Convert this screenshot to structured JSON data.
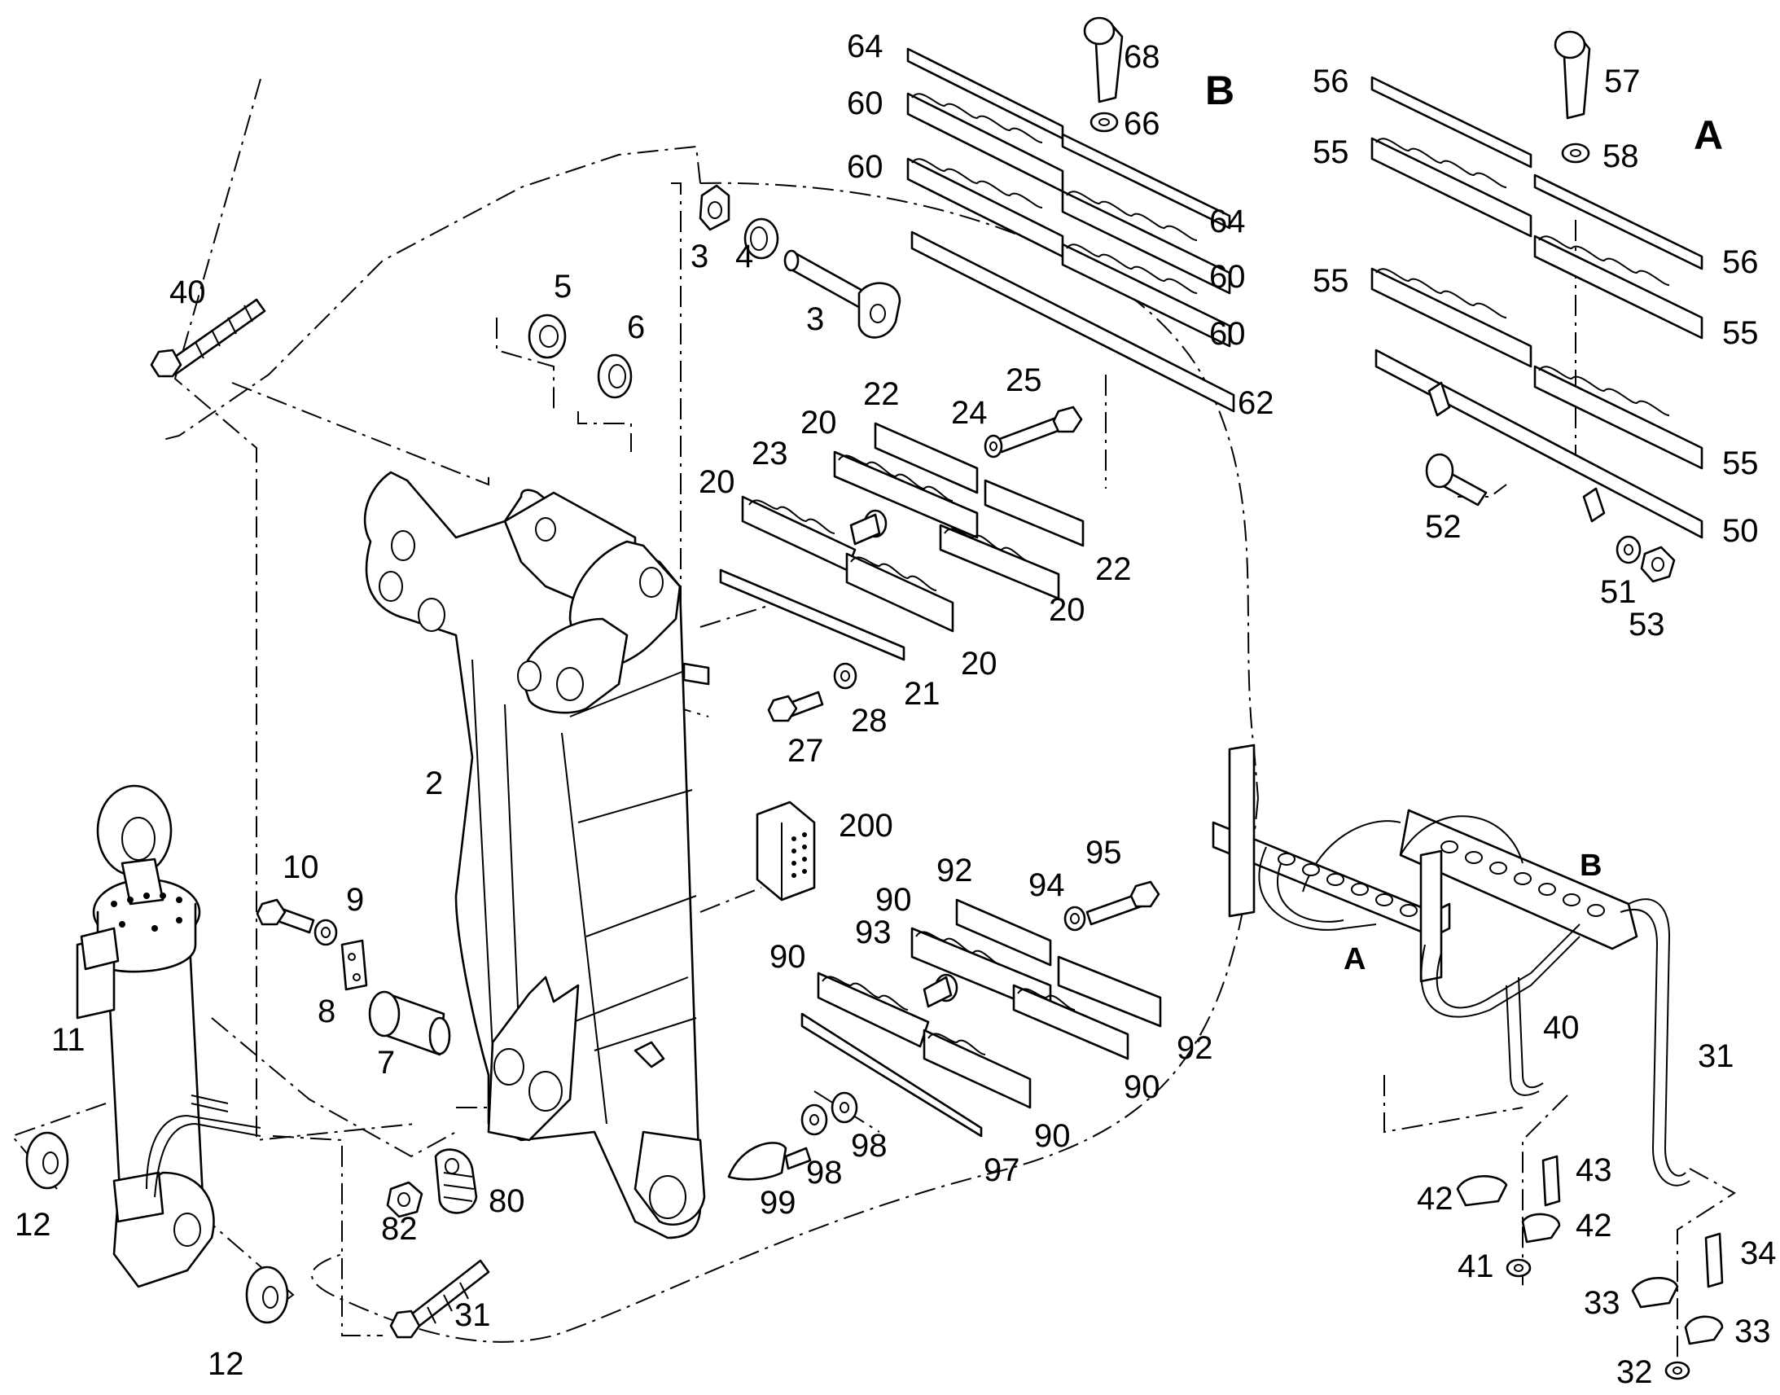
{
  "diagram": {
    "view_labels": {
      "A": "A",
      "B": "B",
      "A_assembly": "A",
      "B_assembly": "B"
    },
    "callouts": [
      "64",
      "68",
      "60",
      "66",
      "60",
      "64",
      "60",
      "60",
      "62",
      "56",
      "57",
      "55",
      "58",
      "56",
      "55",
      "55",
      "55",
      "52",
      "50",
      "51",
      "53",
      "40",
      "5",
      "6",
      "3",
      "4",
      "3",
      "22",
      "25",
      "20",
      "24",
      "23",
      "20",
      "22",
      "20",
      "20",
      "21",
      "28",
      "27",
      "2",
      "200",
      "95",
      "92",
      "94",
      "90",
      "90",
      "93",
      "10",
      "9",
      "8",
      "7",
      "11",
      "12",
      "12",
      "90",
      "92",
      "90",
      "97",
      "98",
      "98",
      "99",
      "80",
      "82",
      "31",
      "40",
      "31",
      "43",
      "42",
      "42",
      "41",
      "34",
      "33",
      "33",
      "32"
    ]
  }
}
